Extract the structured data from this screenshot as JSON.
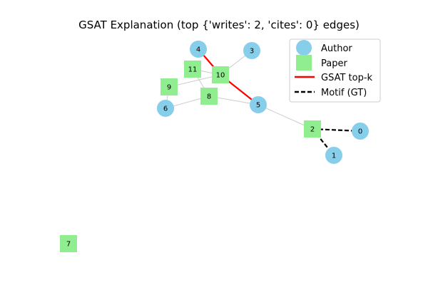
{
  "title": "GSAT Explanation (top {'writes': 2, 'cites': 0} edges)",
  "colors": {
    "author": "#87CEEB",
    "paper": "#90EE90",
    "edge": "#cccccc",
    "gsat": "#ff0000",
    "motif": "#000000"
  },
  "legend": {
    "author": "Author",
    "paper": "Paper",
    "gsat": "GSAT top-k",
    "motif": "Motif (GT)"
  },
  "nodes": [
    {
      "id": "0",
      "type": "author"
    },
    {
      "id": "1",
      "type": "author"
    },
    {
      "id": "2",
      "type": "paper"
    },
    {
      "id": "3",
      "type": "author"
    },
    {
      "id": "4",
      "type": "author"
    },
    {
      "id": "5",
      "type": "author"
    },
    {
      "id": "6",
      "type": "author"
    },
    {
      "id": "7",
      "type": "paper"
    },
    {
      "id": "8",
      "type": "paper"
    },
    {
      "id": "9",
      "type": "paper"
    },
    {
      "id": "10",
      "type": "paper"
    },
    {
      "id": "11",
      "type": "paper"
    }
  ],
  "edges": [
    {
      "source": "3",
      "target": "10",
      "kind": "normal"
    },
    {
      "source": "9",
      "target": "10",
      "kind": "normal"
    },
    {
      "source": "9",
      "target": "6",
      "kind": "normal"
    },
    {
      "source": "6",
      "target": "8",
      "kind": "normal"
    },
    {
      "source": "8",
      "target": "5",
      "kind": "normal"
    },
    {
      "source": "11",
      "target": "10",
      "kind": "normal"
    },
    {
      "source": "11",
      "target": "8",
      "kind": "normal"
    },
    {
      "source": "5",
      "target": "2",
      "kind": "normal"
    },
    {
      "source": "4",
      "target": "10",
      "kind": "gsat"
    },
    {
      "source": "10",
      "target": "5",
      "kind": "gsat"
    },
    {
      "source": "2",
      "target": "0",
      "kind": "motif"
    },
    {
      "source": "2",
      "target": "1",
      "kind": "motif"
    }
  ]
}
